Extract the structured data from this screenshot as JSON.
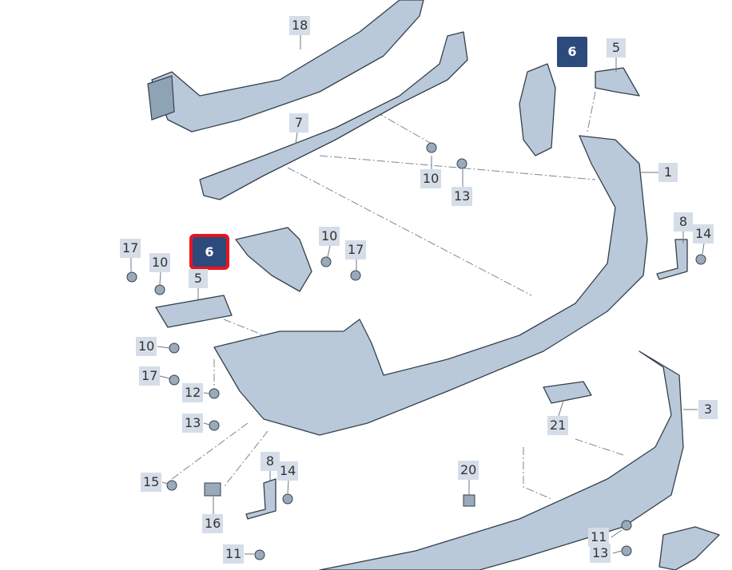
{
  "diagram": {
    "callouts": [
      {
        "id": "c18",
        "label": "18"
      },
      {
        "id": "c7",
        "label": "7"
      },
      {
        "id": "c5a",
        "label": "5"
      },
      {
        "id": "c1",
        "label": "1"
      },
      {
        "id": "c10a",
        "label": "10"
      },
      {
        "id": "c13a",
        "label": "13"
      },
      {
        "id": "c8a",
        "label": "8"
      },
      {
        "id": "c14a",
        "label": "14"
      },
      {
        "id": "c10b",
        "label": "10"
      },
      {
        "id": "c17a",
        "label": "17"
      },
      {
        "id": "c17b",
        "label": "17"
      },
      {
        "id": "c10c",
        "label": "10"
      },
      {
        "id": "c5b",
        "label": "5"
      },
      {
        "id": "c10d",
        "label": "10"
      },
      {
        "id": "c17c",
        "label": "17"
      },
      {
        "id": "c12",
        "label": "12"
      },
      {
        "id": "c13b",
        "label": "13"
      },
      {
        "id": "c15",
        "label": "15"
      },
      {
        "id": "c8b",
        "label": "8"
      },
      {
        "id": "c14b",
        "label": "14"
      },
      {
        "id": "c16",
        "label": "16"
      },
      {
        "id": "c20",
        "label": "20"
      },
      {
        "id": "c21",
        "label": "21"
      },
      {
        "id": "c3",
        "label": "3"
      },
      {
        "id": "c11a",
        "label": "11"
      },
      {
        "id": "c13c",
        "label": "13"
      },
      {
        "id": "c11b",
        "label": "11"
      }
    ],
    "highlighted": [
      {
        "label": "6",
        "selected": false
      },
      {
        "label": "6",
        "selected": true
      }
    ],
    "colors": {
      "highlight": "#2c4a7c",
      "selected_border": "#e8141c",
      "callout_bg": "#d5dde8",
      "part_fill": "#b9c9d9"
    }
  }
}
